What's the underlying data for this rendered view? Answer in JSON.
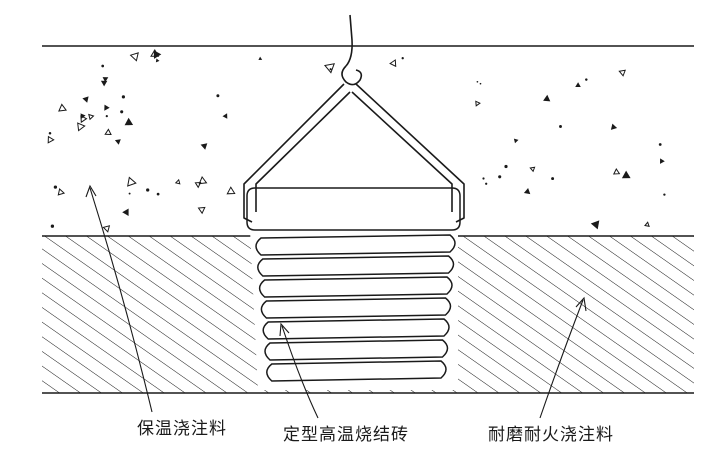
{
  "labels": {
    "insulation": "保温浇注料",
    "brick": "定型高温烧结砖",
    "refractory": "耐磨耐火浇注料"
  },
  "colors": {
    "line": "#1a1a1a",
    "background": "#ffffff"
  }
}
